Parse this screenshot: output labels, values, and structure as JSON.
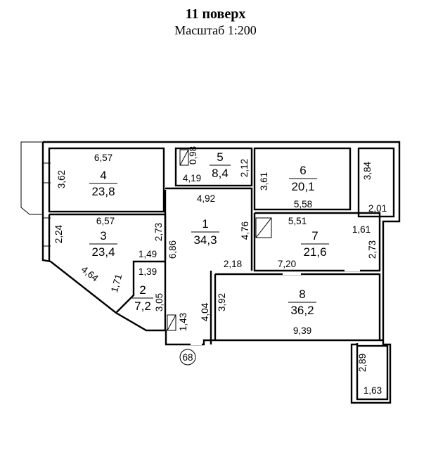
{
  "header": {
    "floor": "11 поверх",
    "scale": "Масштаб 1:200"
  },
  "marker": "68",
  "rooms": [
    {
      "number": "1",
      "area": "34,3"
    },
    {
      "number": "2",
      "area": "7,2"
    },
    {
      "number": "3",
      "area": "23,4"
    },
    {
      "number": "4",
      "area": "23,8"
    },
    {
      "number": "5",
      "area": "8,4"
    },
    {
      "number": "6",
      "area": "20,1"
    },
    {
      "number": "7",
      "area": "21,6"
    },
    {
      "number": "8",
      "area": "36,2"
    }
  ],
  "dimensions": {
    "r4_top": "6,57",
    "r4_side": "3,62",
    "r5_a": "0,98",
    "r5_b": "4,19",
    "r5_c": "2,12",
    "r6_side": "3,61",
    "r6_bottom": "5,58",
    "balcony_top_side": "3,84",
    "balcony_top_bottom": "2,01",
    "r1_top": "4,92",
    "r1_right": "4,76",
    "r1_left": "2,73",
    "r1_mid": "6,86",
    "r3_top": "6,57",
    "r3_left": "2,24",
    "r3_diag": "4,64",
    "r3_small": "1,71",
    "r2_top_a": "1,49",
    "r2_top_b": "1,39",
    "r2_right": "3,05",
    "hall_small": "1,43",
    "r7_top": "5,51",
    "r7_right_top": "1,61",
    "r7_right": "2,73",
    "r7_bottom": "7,20",
    "r8_top": "2,18",
    "r8_left_a": "4,04",
    "r8_left_b": "3,92",
    "r8_bottom": "9,39",
    "balcony_bot_side": "2,89",
    "balcony_bot_bottom": "1,63"
  }
}
